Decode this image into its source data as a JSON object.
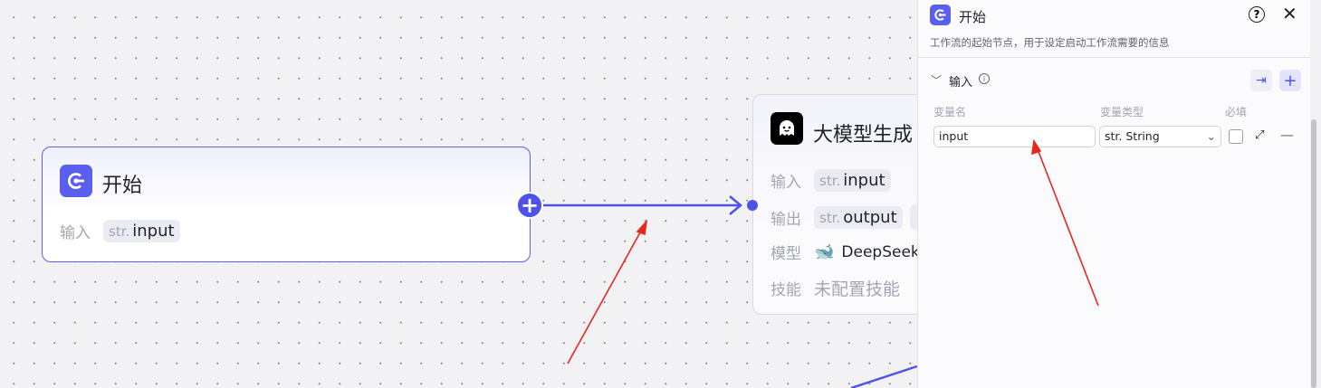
{
  "start_node": {
    "title": "开始",
    "input_label": "输入",
    "input_chip": {
      "type": "str.",
      "name": "input"
    }
  },
  "llm_node": {
    "title": "大模型生成",
    "rows": {
      "input_label": "输入",
      "input_chip": {
        "type": "str.",
        "name": "input"
      },
      "output_label": "输出",
      "output_chip": {
        "type": "str.",
        "name": "output"
      },
      "model_label": "模型",
      "model_value": "DeepSeek",
      "skill_label": "技能",
      "skill_value": "未配置技能"
    }
  },
  "panel": {
    "title": "开始",
    "description": "工作流的起始节点，用于设定启动工作流需要的信息",
    "section": "输入",
    "columns": {
      "name": "变量名",
      "type": "变量类型",
      "required": "必填"
    },
    "variable": {
      "name": "input",
      "type": "str. String",
      "required": false
    }
  },
  "colors": {
    "accent": "#4e52e8",
    "annotation": "#e8261c"
  }
}
